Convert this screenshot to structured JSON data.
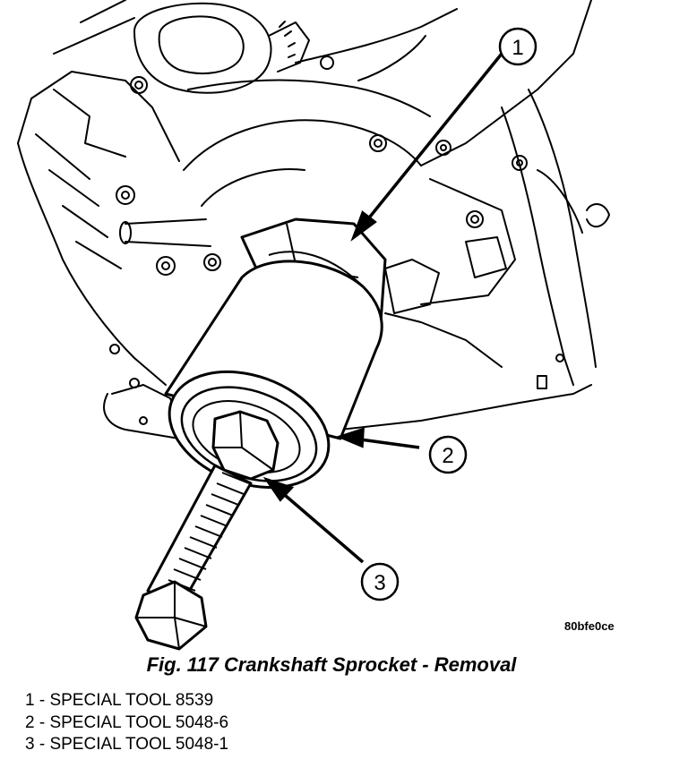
{
  "figure": {
    "image_code": "80bfe0ce",
    "caption": "Fig. 117 Crankshaft Sprocket - Removal",
    "callouts": [
      "1",
      "2",
      "3"
    ]
  },
  "legend": [
    {
      "number": "1",
      "text": "1 - SPECIAL TOOL 8539"
    },
    {
      "number": "2",
      "text": "2 - SPECIAL TOOL 5048-6"
    },
    {
      "number": "3",
      "text": "3 - SPECIAL TOOL 5048-1"
    }
  ],
  "colors": {
    "ink": "#000000",
    "paper": "#ffffff"
  }
}
